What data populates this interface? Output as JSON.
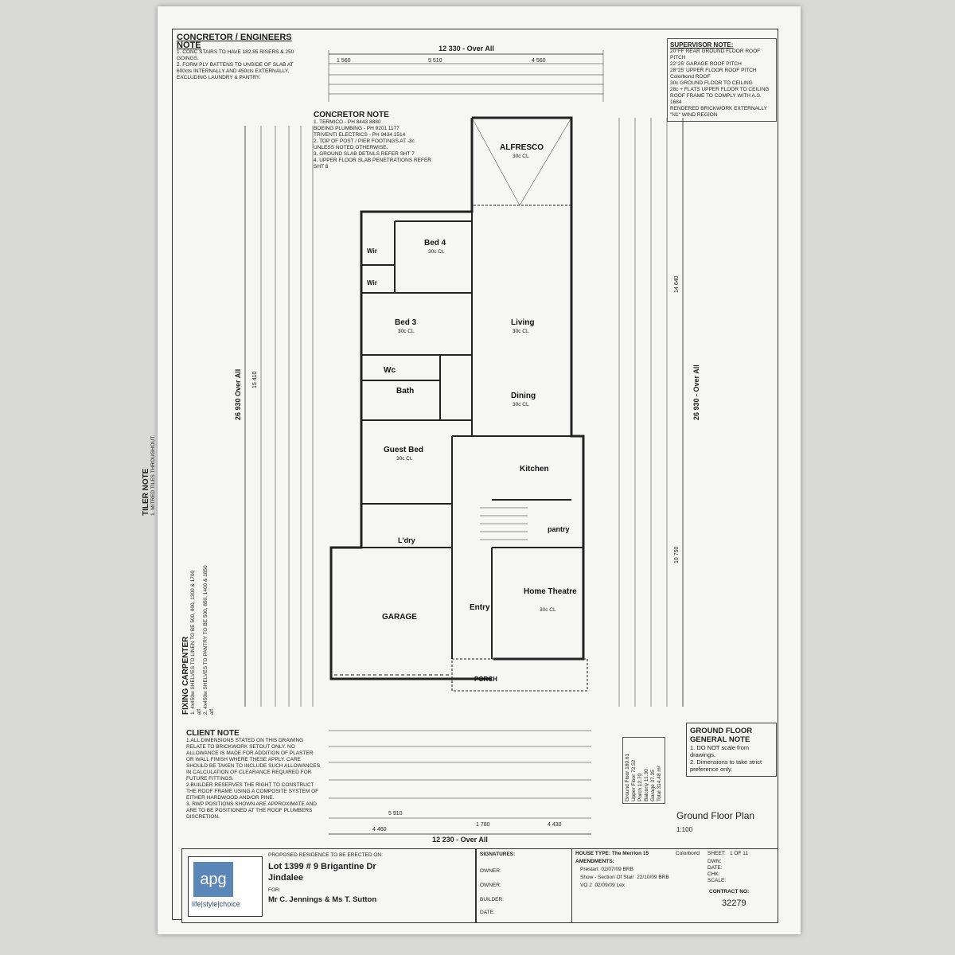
{
  "notes": {
    "concretor_engineers": {
      "title": "CONCRETOR / ENGINEERS NOTE",
      "items": [
        "1. CONC STAIRS TO HAVE 182.85 RISERS & 250 GOINGS.",
        "2. FORM PLY BATTENS TO UNSIDE OF SLAB AT 600cts INTERNALLY AND 450cts EXTERNALLY, EXCLUDING LAUNDRY & PANTRY."
      ]
    },
    "concretor": {
      "title": "CONCRETOR NOTE",
      "items": [
        "1. TERMICO - PH 8443 8880",
        "BOEING PLUMBING - PH 9201 1177",
        "TRIVENTI ELECTRICS - PH 9434 1514",
        "2. TOP OF POST / PIER FOOTINGS AT -3c UNLESS NOTED OTHERWISE.",
        "3. GROUND SLAB DETAILS REFER SHT 7",
        "4. UPPER FLOOR SLAB PENETRATIONS REFER SHT 8"
      ]
    },
    "supervisor": {
      "title": "SUPERVISOR NOTE:",
      "items": [
        "20°FF REAR GROUND FLOOR ROOF PITCH",
        "22°25' GARAGE ROOF PITCH",
        "28°25' UPPER FLOOR ROOF PITCH",
        "Colorbond ROOF",
        "30c GROUND FLOOR TO CEILING",
        "28c + FLATS UPPER FLOOR TO CEILING",
        "ROOF FRAME TO COMPLY WITH A.S. 1684",
        "RENDERED BRICKWORK EXTERNALLY",
        "\"N1\" WIND REGION"
      ]
    },
    "tiler": {
      "title": "TILER NOTE",
      "items": [
        "1. MITRED TILES THROUGHOUT."
      ]
    },
    "fixing_carpenter": {
      "title": "FIXING CARPENTER",
      "items": [
        "1. 4x450w SHELVES TO LINEN TO BE 500, 900, 1300 & 1700 aff.",
        "2. 4x450w SHELVES TO PANTRY TO BE 500, 850, 1400 & 1850 aff."
      ]
    },
    "client": {
      "title": "CLIENT NOTE",
      "items": [
        "1.ALL DIMENSIONS STATED ON THIS DRAWING RELATE TO BRICKWORK SETOUT ONLY. NO ALLOWANCE IS MADE FOR ADDITION OF PLASTER OR WALL FINISH WHERE THESE APPLY. CARE SHOULD BE TAKEN TO INCLUDE SUCH ALLOWANCES IN CALCULATION OF CLEARANCE REQUIRED FOR FUTURE FITTINGS.",
        "2.BUILDER RESERVES THE RIGHT TO CONSTRUCT THE ROOF FRAME USING A COMPOSITE SYSTEM OF EITHER HARDWOOD AND/OR PINE.",
        "3. RWP POSITIONS SHOWN ARE APPROXIMATE AND ARE TO BE POSITIONED AT THE ROOF PLUMBERS DISCRETION."
      ]
    },
    "ground_floor_general": {
      "title": "GROUND FLOOR GENERAL NOTE",
      "items": [
        "1. DO NOT scale from drawings.",
        "2. Dimensions to take strict preference only."
      ]
    }
  },
  "dimensions": {
    "overall_top": "12 330 - Over All",
    "overall_bottom": "12 230 - Over All",
    "overall_left": "26 930 Over All",
    "overall_right": "26 930 - Over All",
    "left_15410": "15 410",
    "right_14640": "14 640",
    "right_10750": "10 750",
    "top_row": [
      "1 560",
      "5 510",
      "4 560"
    ],
    "bottom_row": [
      "5 910",
      "4 460",
      "1 780",
      "4 430"
    ]
  },
  "rooms": {
    "bed4": "Bed 4",
    "bed3": "Bed 3",
    "wir1": "Wir",
    "wir2": "Wir",
    "wc": "Wc",
    "bath": "Bath",
    "guest_bed": "Guest Bed",
    "living": "Living",
    "dining": "Dining",
    "kitchen": "Kitchen",
    "alfresco": "ALFRESCO",
    "garage": "GARAGE",
    "ldry": "L'dry",
    "pantry": "pantry",
    "home_theatre": "Home Theatre",
    "entry": "Entry",
    "porch": "PORCH",
    "ceiling": "30c CL"
  },
  "plan_title": {
    "label": "Ground Floor Plan",
    "scale": "1:100"
  },
  "area_table": {
    "rows": [
      [
        "Ground Floor",
        "180.61"
      ],
      [
        "Upper Floor",
        "72.52"
      ],
      [
        "Porch",
        "12.70"
      ],
      [
        "Balcony",
        "11.30"
      ],
      [
        "Garage",
        "37.35"
      ],
      [
        "Total",
        "314.48 m²"
      ]
    ]
  },
  "title_block": {
    "proposed_label": "PROPOSED RESIDENCE TO BE ERECTED ON:",
    "lot": "Lot 1399 # 9 Brigantine Dr",
    "suburb": "Jindalee",
    "for_label": "FOR:",
    "client": "Mr C. Jennings & Ms T. Sutton",
    "signatures_label": "SIGNATURES:",
    "owner1": "OWNER:",
    "owner2": "OWNER:",
    "builder": "BUILDER:",
    "date": "DATE:",
    "house_type": "HOUSE TYPE: The Merrion 15",
    "colorbond": "Colorbond",
    "sheet_label": "SHEET:",
    "sheet": "1 OF 11",
    "amendments_label": "AMENDMENTS:",
    "amendments": [
      [
        "Prestart",
        "02/07/09",
        "BRB"
      ],
      [
        "Show - Section Of Stair",
        "22/10/09",
        "BRB"
      ],
      [
        "VO 2",
        "02/09/09",
        "Lex"
      ]
    ],
    "dwn": "DWN:",
    "date2": "DATE:",
    "chk": "CHK:",
    "scale": "SCALE:",
    "contract_label": "CONTRACT NO:",
    "contract_no": "32279"
  },
  "logo": {
    "mark": "apg",
    "tagline": "life|style|choice",
    "color": "#5a87b8"
  }
}
